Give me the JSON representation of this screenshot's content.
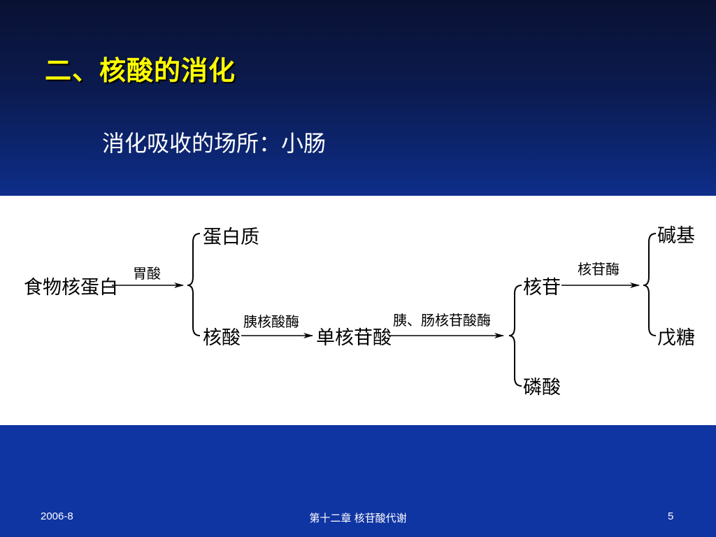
{
  "slide": {
    "title": "二、核酸的消化",
    "subtitle": "消化吸收的场所：小肠"
  },
  "diagram": {
    "nodes": {
      "food": "食物核蛋白",
      "protein": "蛋白质",
      "nucleic_acid": "核酸",
      "mononucleotide": "单核苷酸",
      "nucleoside": "核苷",
      "phosphate": "磷酸",
      "base": "碱基",
      "pentose": "戊糖"
    },
    "edges": {
      "stomach_acid": "胃酸",
      "pancreatic_nuclease": "胰核酸酶",
      "pancreatic_intestinal_nucleotidase": "胰、肠核苷酸酶",
      "nucleosidase": "核苷酶"
    }
  },
  "footer": {
    "date": "2006-8",
    "chapter": "第十二章  核苷酸代谢",
    "page": "5"
  },
  "colors": {
    "title": "#ffff00",
    "background_top": "#0a1233",
    "background_bottom": "#0f35a3",
    "panel": "#ffffff"
  }
}
